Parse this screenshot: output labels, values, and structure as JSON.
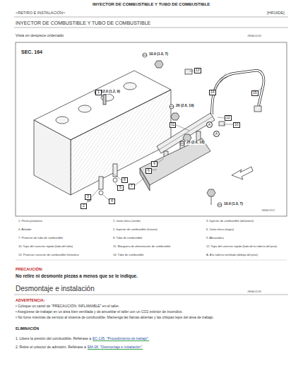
{
  "diagram": {
    "title": "INYECTOR DE COMBUSTIBLE Y TUBO DE COMBUSTIBLE",
    "labels": [
      "<RETIRO E INSTALACIÓN>",
      "[HR16DE]",
      "INYECTOR DE COMBUSTIBLE Y TUBO DE COMBUSTIBLE",
      "Vista en despiece ordenado",
      "JMBIA0000GB",
      "SEC. 164",
      "10.0 (1.0, 7)",
      "12.0 (1.2, 9)",
      "26 (2.6, 19)",
      "25 (2.6, 18)",
      "10.0 (1.0, 7)",
      "13",
      "14",
      "15",
      "1",
      "11",
      "A",
      "A",
      "10",
      "12",
      "9",
      "6",
      "7",
      "8",
      "5",
      "4",
      "3",
      "2",
      "JMBIA0185ZZ",
      "1. Perno prisionero",
      "2. Junta tórica (verde)",
      "3. Inyector de combustible (delantero)",
      "4. Aislador",
      "5. Inyector de combustible (trasero)",
      "6. Junta tórica (negra)",
      "7. Protector de tubo de combustible",
      "8. Tubo de combustible",
      "9. Abrazadera",
      "10. Tapa del conector rápido (lado del tubo)",
      "11. Manguera de alimentación de combustible",
      "12. Tapa del conector rápido (lado de la tubería del piso)",
      "13. Protector conector de combustible Delantero",
      "14. Tubo de combustible",
      "A. A la tubería ventilada (debajo del piso)",
      "PRECAUCIÓN:",
      "No retire ni desmonte piezas a menos que se le indique.",
      "Desmontaje e instalación",
      "JMBIA0000GB",
      "ADVERTENCIA:",
      "• Coloque un cartel de \"PRECAUCIÓN: INFLAMABLE\" en el taller.",
      "• Asegúrese de trabajar en un área bien ventilada y de amueblar el taller con un CO2 extintor de incendios.",
      "• No fume mientras da servicio al sistema de combustible. Mantenga las llamas abiertas y las chispas lejos del área de trabajo.",
      "ELIMINACIÓN",
      "1. Libere la presión del combustible. Refiérase a",
      "EC-135, \"Procedimiento de trabajo\".",
      "2. Retire el colector de admisión. Refiérase a",
      "EM-28, \"Desmontaje e instalación\"."
    ]
  }
}
